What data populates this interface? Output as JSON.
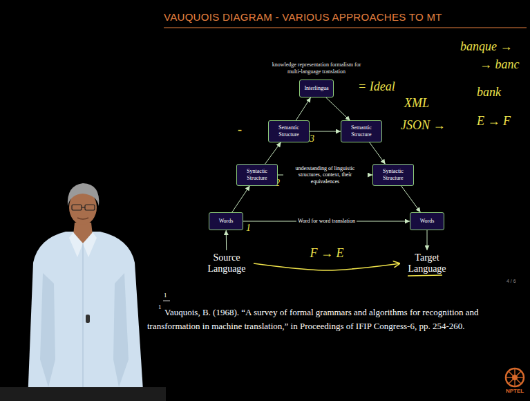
{
  "diagram": {
    "title": "VAUQUOIS DIAGRAM - VARIOUS APPROACHES TO MT",
    "nodes": [
      {
        "text": [
          "Interlingua"
        ]
      },
      {
        "text": [
          "Semantic Structure"
        ]
      },
      {
        "text": [
          "Semantic Structure"
        ]
      },
      {
        "text": [
          "Syntactic Structure"
        ]
      },
      {
        "text": [
          "Syntactic Structure"
        ]
      },
      {
        "text": [
          "Words"
        ]
      },
      {
        "text": [
          "Words"
        ]
      },
      {
        "text": [
          "Source Language"
        ]
      },
      {
        "text": [
          "Target Language"
        ]
      }
    ],
    "edges": [
      {
        "from": 5,
        "to": 3,
        "arrow": "to"
      },
      {
        "from": 3,
        "to": 1,
        "arrow": "to"
      },
      {
        "from": 1,
        "to": 0,
        "arrow": "to"
      },
      {
        "from": 0,
        "to": 2,
        "arrow": "to"
      },
      {
        "from": 2,
        "to": 4,
        "arrow": "to"
      },
      {
        "from": 4,
        "to": 6,
        "arrow": "to"
      },
      {
        "from": 1,
        "to": 2,
        "arrow": "to"
      },
      {
        "from": 3,
        "to": 4,
        "label": "understanding of linguistic structures, context, their equivalences",
        "arrow": "to"
      },
      {
        "from": 5,
        "to": 6,
        "label": "Word for word translation",
        "arrow": "to"
      },
      {
        "from": 7,
        "to": 5,
        "arrow": "to"
      },
      {
        "from": 6,
        "to": 8,
        "arrow": "to"
      },
      {
        "from": 7,
        "to": 8,
        "label": "F → E",
        "arrow": "to"
      }
    ],
    "labels": [
      "knowledge representation formalism for multi-language translation",
      "= Ideal",
      "XML",
      "JSON →",
      "banque →",
      "→ banc",
      "bank",
      "E → F",
      "-",
      "3",
      "2",
      "1",
      "1",
      "1",
      "Vauquois, B. (1968). “A survey of formal grammars and algorithms for recognition and transformation in machine translation,” in Proceedings of IFIP Congress-6, pp. 254-260.",
      "4 / 6",
      "NPTEL"
    ]
  }
}
